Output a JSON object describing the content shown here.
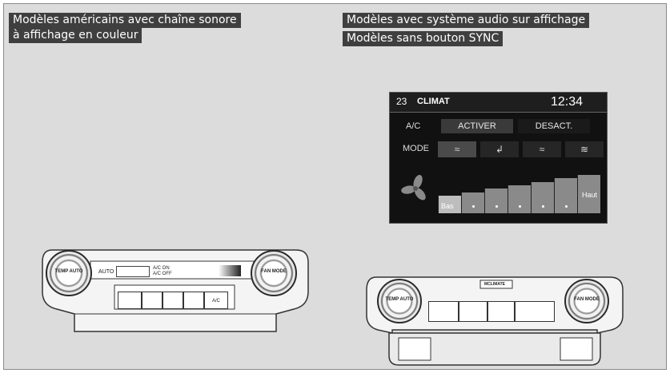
{
  "labels": {
    "left_line1": "Modèles américains avec chaîne sonore",
    "left_line2": "à affichage en couleur",
    "right_line1": "Modèles avec système audio sur affichage",
    "right_line2": "Modèles sans bouton SYNC"
  },
  "screen": {
    "number": "23",
    "title": "CLIMAT",
    "time": "12:34",
    "ac_label": "A/C",
    "ac_on": "ACTIVER",
    "ac_off": "DESACT.",
    "mode_label": "MODE",
    "mode_icons": [
      "face-vent-icon",
      "bi-level-icon",
      "floor-vent-icon",
      "floor-defrost-icon"
    ],
    "fan_icon": "fan-icon",
    "fan_low": "Bas",
    "fan_high": "Haut",
    "fan_level": 1,
    "fan_steps": 7
  },
  "left_panel": {
    "left_knob": "TEMP AUTO",
    "right_knob": "FAN MODE",
    "display_auto": "AUTO",
    "display_ac": "A/C ON\nA/C OFF",
    "btn_ac": "A/C"
  },
  "right_panel": {
    "top_label": "MCLIMATE",
    "left_knob": "TEMP AUTO",
    "right_knob": "FAN MODE"
  },
  "colors": {
    "background": "#dcdcdc",
    "tag": "#3f3f3f",
    "screen": "#111111"
  }
}
